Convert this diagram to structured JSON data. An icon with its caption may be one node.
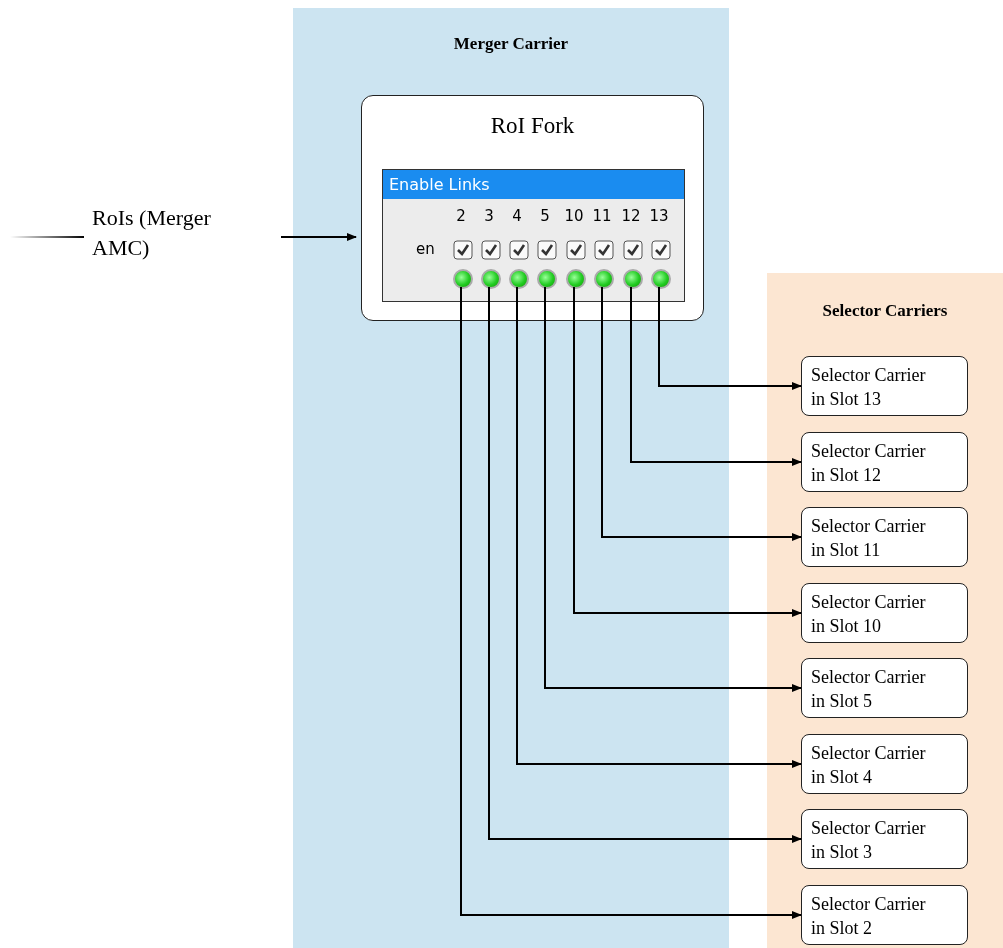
{
  "diagram": {
    "nodes": [
      {
        "text": [
          "Merger Carrier"
        ]
      },
      {
        "text": [
          "RoI Fork"
        ],
        "in": 0
      },
      {
        "text": [
          "Enable Links"
        ],
        "in": 1
      },
      {
        "text": [],
        "shape": "circle",
        "in": 2
      },
      {
        "text": [],
        "shape": "circle",
        "in": 2
      },
      {
        "text": [],
        "shape": "circle",
        "in": 2
      },
      {
        "text": [],
        "shape": "circle",
        "in": 2
      },
      {
        "text": [],
        "shape": "circle",
        "in": 2
      },
      {
        "text": [],
        "shape": "circle",
        "in": 2
      },
      {
        "text": [],
        "shape": "circle",
        "in": 2
      },
      {
        "text": [],
        "shape": "circle",
        "in": 2
      },
      {
        "text": [
          "Selector Carriers"
        ]
      },
      {
        "text": [
          "Selector Carrier in Slot 13"
        ],
        "in": 11
      },
      {
        "text": [
          "Selector Carrier in Slot 12"
        ],
        "in": 11
      },
      {
        "text": [
          "Selector Carrier in Slot 11"
        ],
        "in": 11
      },
      {
        "text": [
          "Selector Carrier in Slot 10"
        ],
        "in": 11
      },
      {
        "text": [
          "Selector Carrier in Slot 5"
        ],
        "in": 11
      },
      {
        "text": [
          "Selector Carrier in Slot 4"
        ],
        "in": 11
      },
      {
        "text": [
          "Selector Carrier in Slot 3"
        ],
        "in": 11
      },
      {
        "text": [
          "Selector Carrier in Slot 2"
        ],
        "in": 11
      },
      {
        "text": [
          "RoIs (Merger AMC)"
        ]
      }
    ],
    "edges": [
      {
        "from": null,
        "to": 20,
        "arrow": "none"
      },
      {
        "from": 20,
        "to": 1,
        "arrow": "to"
      },
      {
        "from": 10,
        "to": 12,
        "arrow": "to"
      },
      {
        "from": 9,
        "to": 13,
        "arrow": "to"
      },
      {
        "from": 8,
        "to": 14,
        "arrow": "to"
      },
      {
        "from": 7,
        "to": 15,
        "arrow": "to"
      },
      {
        "from": 6,
        "to": 16,
        "arrow": "to"
      },
      {
        "from": 5,
        "to": 17,
        "arrow": "to"
      },
      {
        "from": 4,
        "to": 18,
        "arrow": "to"
      },
      {
        "from": 3,
        "to": 19,
        "arrow": "to"
      }
    ],
    "labels": [
      "2",
      "3",
      "4",
      "5",
      "10",
      "11",
      "12",
      "13",
      "en"
    ]
  }
}
